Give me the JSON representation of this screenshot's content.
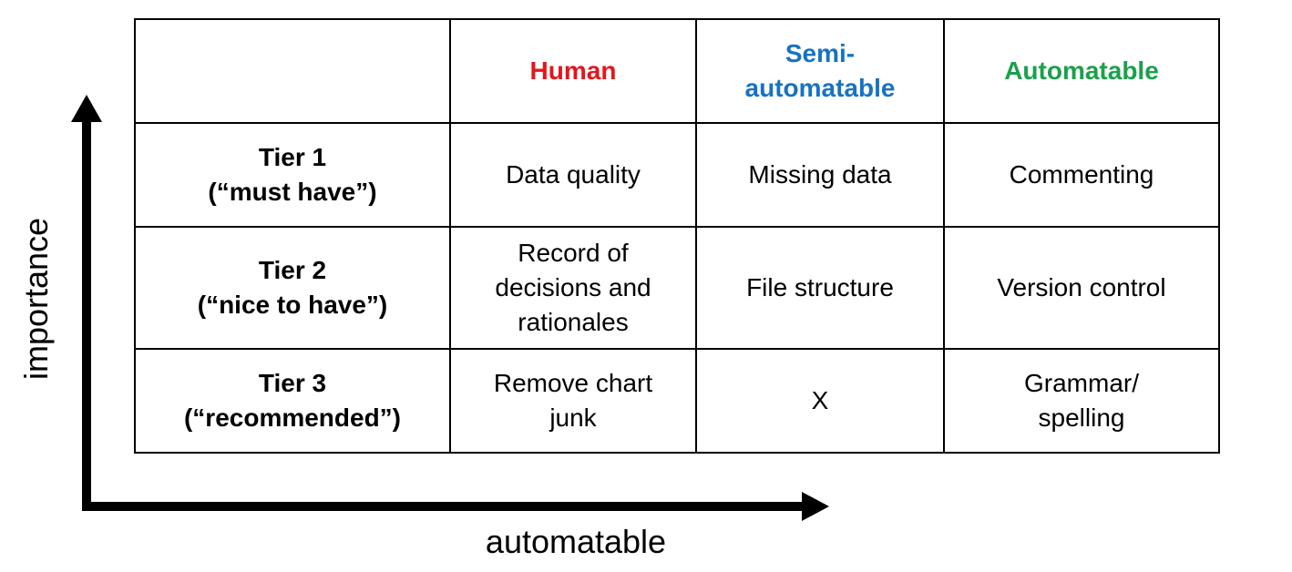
{
  "colors": {
    "human": "#e8141b",
    "semi_automatable": "#1672c4",
    "automatable": "#1aa14a",
    "text": "#000000"
  },
  "columns": {
    "human": "Human",
    "semi_automatable": "Semi-\nautomatable",
    "automatable": "Automatable"
  },
  "rows": [
    {
      "tier": "Tier 1\n(“must have”)",
      "human": "Data quality",
      "semi_automatable": "Missing data",
      "automatable": "Commenting"
    },
    {
      "tier": "Tier 2\n(“nice to have”)",
      "human": "Record of\ndecisions and\nrationales",
      "semi_automatable": "File structure",
      "automatable": "Version control"
    },
    {
      "tier": "Tier 3\n(“recommended”)",
      "human": "Remove chart\njunk",
      "semi_automatable": "X",
      "automatable": "Grammar/\nspelling"
    }
  ],
  "axes": {
    "y_label": "importance",
    "x_label": "automatable"
  }
}
